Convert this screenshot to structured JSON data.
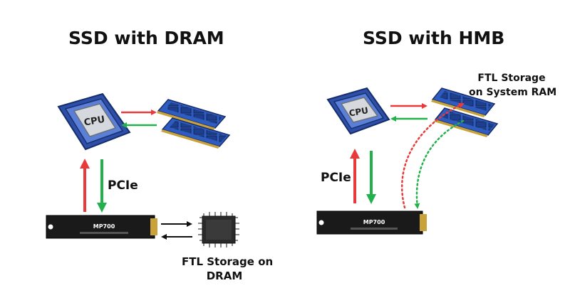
{
  "left": {
    "title": "SSD with DRAM",
    "cpu_label": "CPU",
    "bus_label": "PCIe",
    "ssd_label": "MP700",
    "ftl_line1": "FTL Storage on",
    "ftl_line2": "DRAM"
  },
  "right": {
    "title": "SSD with HMB",
    "cpu_label": "CPU",
    "bus_label": "PCIe",
    "ssd_label": "MP700",
    "ftl_line1": "FTL Storage",
    "ftl_line2": "on System RAM"
  },
  "colors": {
    "arrow_red": "#e83a3a",
    "arrow_green": "#22b14c",
    "arrow_black": "#111111",
    "cpu_blue": "#2d4fa8",
    "ram_blue": "#2f5cc0",
    "ssd_black": "#1a1a1a",
    "ssd_gold": "#c9a23a"
  }
}
